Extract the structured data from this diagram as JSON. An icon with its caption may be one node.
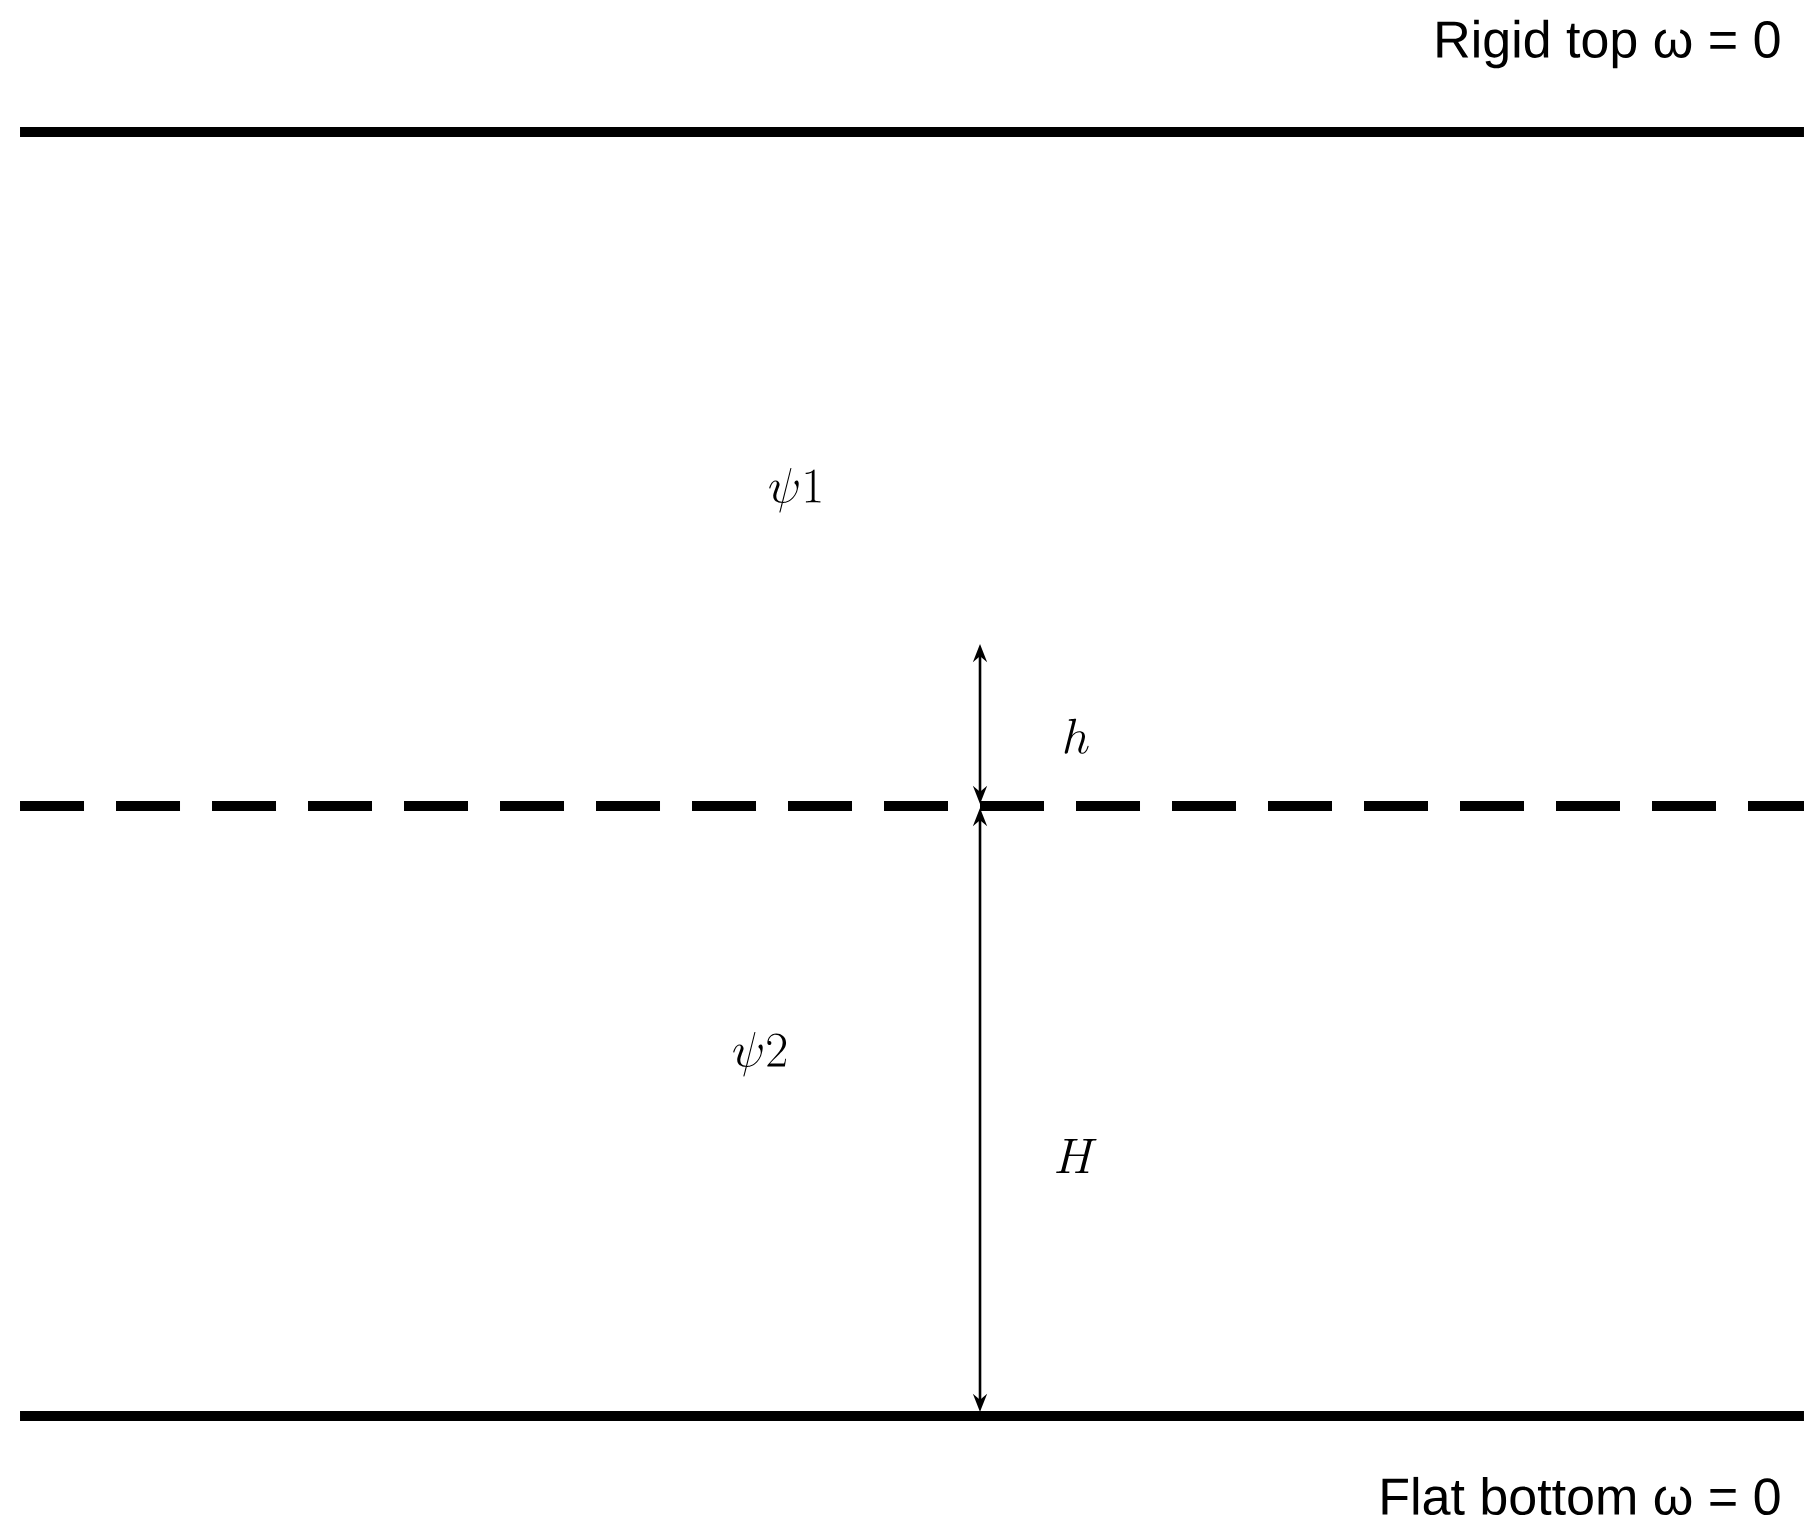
{
  "diagram": {
    "labels": [
      "Rigid top ω = 0",
      "\\psi 1",
      "h",
      "\\psi 2",
      "H",
      "Flat bottom ω = 0"
    ]
  }
}
